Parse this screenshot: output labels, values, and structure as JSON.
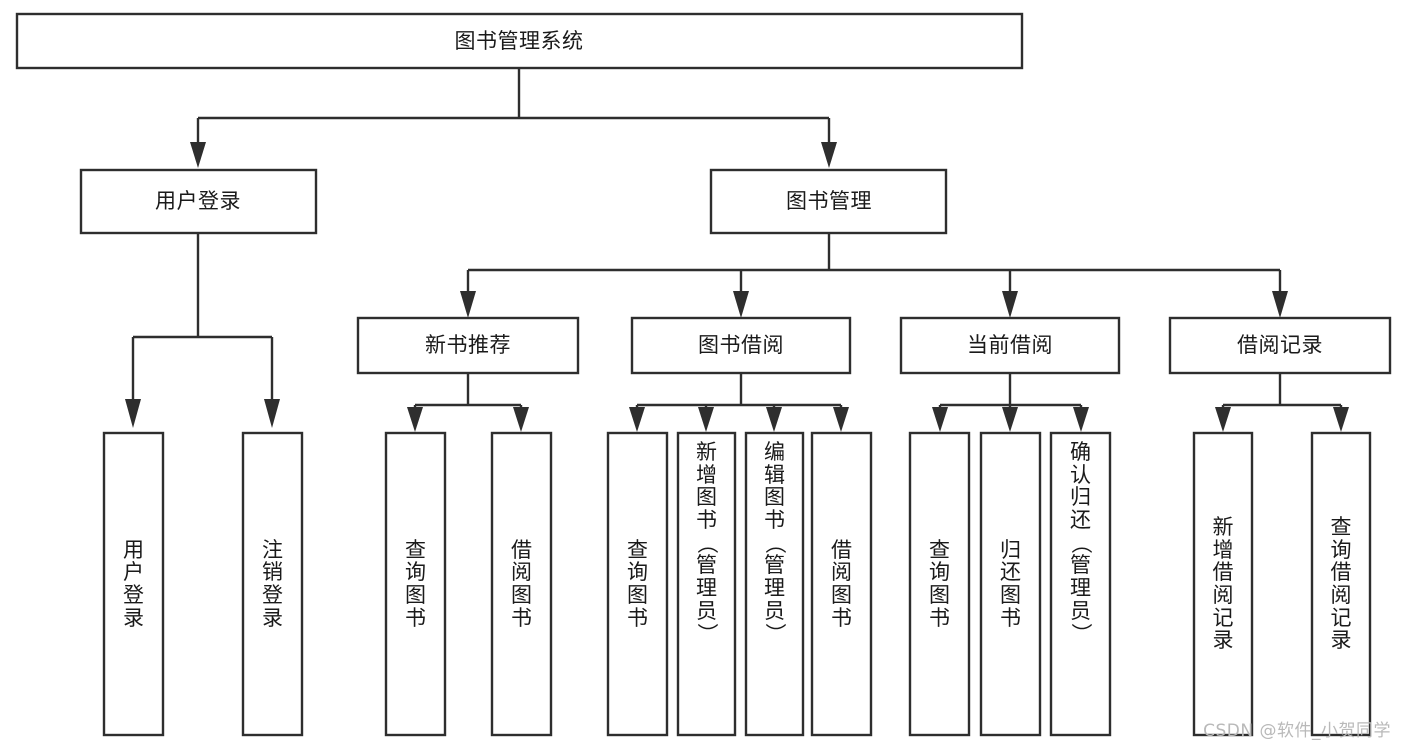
{
  "diagram": {
    "title": "图书管理系统",
    "type": "tree-hierarchy-chart",
    "watermark": "CSDN @软件_小贺同学",
    "root": {
      "id": "root",
      "label": "图书管理系统"
    },
    "level2": [
      {
        "id": "user-login",
        "label": "用户登录"
      },
      {
        "id": "book-management",
        "label": "图书管理"
      }
    ],
    "level3": [
      {
        "id": "new-book-recommend",
        "label": "新书推荐",
        "parent": "book-management"
      },
      {
        "id": "book-borrow",
        "label": "图书借阅",
        "parent": "book-management"
      },
      {
        "id": "current-borrow",
        "label": "当前借阅",
        "parent": "book-management"
      },
      {
        "id": "borrow-record",
        "label": "借阅记录",
        "parent": "book-management"
      }
    ],
    "leaves": {
      "user-login": [
        {
          "id": "leaf-user-login",
          "label": "用户登录"
        },
        {
          "id": "leaf-logout-login",
          "label": "注销登录"
        }
      ],
      "new-book-recommend": [
        {
          "id": "leaf-query-book-1",
          "label": "查询图书"
        },
        {
          "id": "leaf-borrow-book-1",
          "label": "借阅图书"
        }
      ],
      "book-borrow": [
        {
          "id": "leaf-query-book-2",
          "label": "查询图书"
        },
        {
          "id": "leaf-add-book-admin",
          "label": "新增图书（管理员）"
        },
        {
          "id": "leaf-edit-book-admin",
          "label": "编辑图书（管理员）"
        },
        {
          "id": "leaf-borrow-book-2",
          "label": "借阅图书"
        }
      ],
      "current-borrow": [
        {
          "id": "leaf-query-book-3",
          "label": "查询图书"
        },
        {
          "id": "leaf-return-book",
          "label": "归还图书"
        },
        {
          "id": "leaf-confirm-return-admin",
          "label": "确认归还（管理员）"
        }
      ],
      "borrow-record": [
        {
          "id": "leaf-add-borrow-record",
          "label": "新增借阅记录"
        },
        {
          "id": "leaf-query-borrow-record",
          "label": "查询借阅记录"
        }
      ]
    },
    "colors": {
      "stroke": "#2e2e2e",
      "fill": "#ffffff",
      "text": "#1a1a1a",
      "watermark": "#b9b9b9",
      "background": "#ffffff"
    }
  }
}
